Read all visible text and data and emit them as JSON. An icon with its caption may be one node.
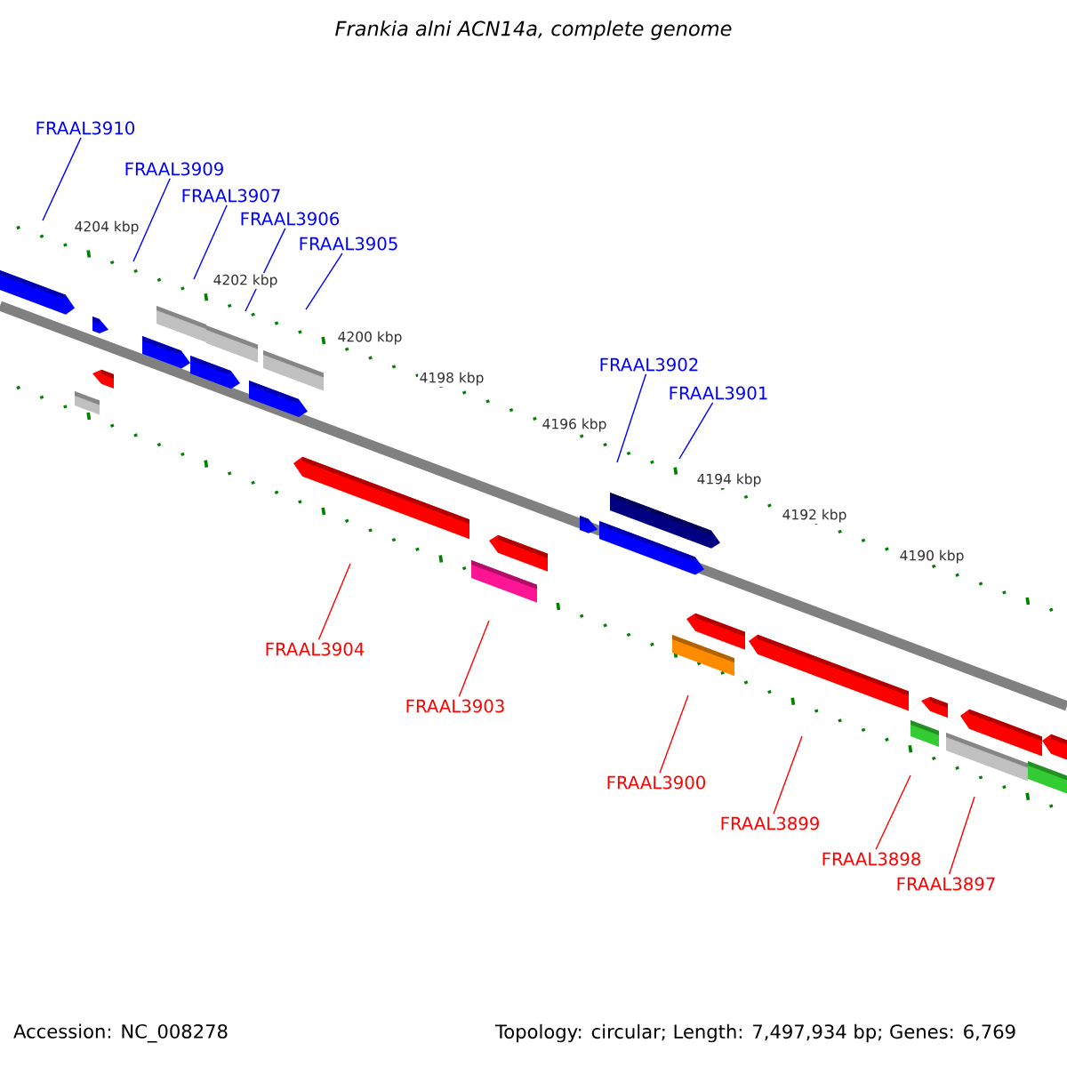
{
  "diagram": {
    "title": "Frankia alni ACN14a, complete genome",
    "nodes": [
      {
        "text": [
          "FRAAL3910"
        ]
      },
      {
        "text": [
          "FRAAL3909"
        ]
      },
      {
        "text": [
          "FRAAL3907"
        ]
      },
      {
        "text": [
          "FRAAL3906"
        ]
      },
      {
        "text": [
          "FRAAL3905"
        ]
      },
      {
        "text": [
          "FRAAL3902"
        ]
      },
      {
        "text": [
          "FRAAL3901"
        ]
      },
      {
        "text": [
          "FRAAL3904"
        ]
      },
      {
        "text": [
          "FRAAL3903"
        ]
      },
      {
        "text": [
          "FRAAL3900"
        ]
      },
      {
        "text": [
          "FRAAL3899"
        ]
      },
      {
        "text": [
          "FRAAL3898"
        ]
      },
      {
        "text": [
          "FRAAL3897"
        ]
      }
    ],
    "edges": [
      {
        "from": 0,
        "to": null,
        "arrow": "none",
        "color": "#0000ff"
      },
      {
        "from": 1,
        "to": null,
        "arrow": "none",
        "color": "#0000ff"
      },
      {
        "from": 2,
        "to": null,
        "arrow": "none",
        "color": "#0000ff"
      },
      {
        "from": 3,
        "to": null,
        "arrow": "none",
        "color": "#0000ff"
      },
      {
        "from": 4,
        "to": null,
        "arrow": "none",
        "color": "#0000ff"
      },
      {
        "from": 5,
        "to": null,
        "arrow": "none",
        "color": "#0000ff"
      },
      {
        "from": 6,
        "to": null,
        "arrow": "none",
        "color": "#0000ff"
      },
      {
        "from": 7,
        "to": null,
        "arrow": "none",
        "color": "#ff0000"
      },
      {
        "from": 8,
        "to": null,
        "arrow": "none",
        "color": "#ff0000"
      },
      {
        "from": 9,
        "to": null,
        "arrow": "none",
        "color": "#ff0000"
      },
      {
        "from": 10,
        "to": null,
        "arrow": "none",
        "color": "#ff0000"
      },
      {
        "from": 11,
        "to": null,
        "arrow": "none",
        "color": "#ff0000"
      },
      {
        "from": 12,
        "to": null,
        "arrow": "none",
        "color": "#ff0000"
      }
    ],
    "labels": [
      "4204 kbp",
      "4202 kbp",
      "4200 kbp",
      "4198 kbp",
      "4196 kbp",
      "4194 kbp",
      "4192 kbp",
      "4190 kbp",
      "Accession: NC_008278",
      "Topology: circular; Length: 7,497,934 bp; Genes: 6,769"
    ]
  }
}
